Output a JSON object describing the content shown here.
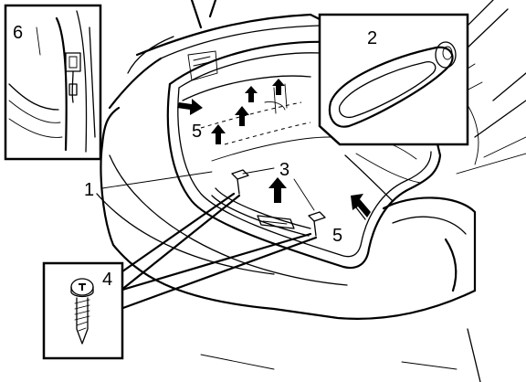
{
  "callouts": {
    "trim_panel": "1",
    "handle_cover": "2",
    "clips": "3",
    "screw": "4",
    "release_left": "5",
    "release_right": "5",
    "wiring": "6"
  }
}
